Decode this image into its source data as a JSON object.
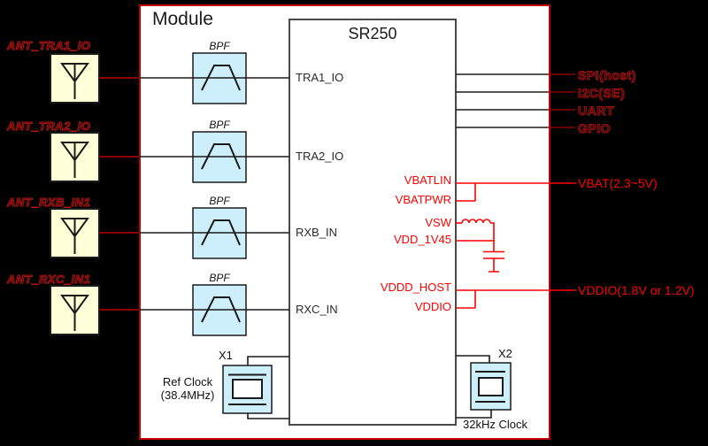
{
  "module": {
    "title": "Module",
    "chip": "SR250"
  },
  "antennas": [
    {
      "label": "ANT_TRA1_IO"
    },
    {
      "label": "ANT_TRA2_IO"
    },
    {
      "label": "ANT_RXB_IN1"
    },
    {
      "label": "ANT_RXC_IN1"
    }
  ],
  "filters": {
    "label": "BPF"
  },
  "chip_pins_left": [
    "TRA1_IO",
    "TRA2_IO",
    "RXB_IN",
    "RXC_IN"
  ],
  "interfaces_right": [
    "SPI(host)",
    "I2C(SE)",
    "UART",
    "GPIO"
  ],
  "power": {
    "vbatlin": "VBATLIN",
    "vbatpwr": "VBATPWR",
    "vsw": "VSW",
    "vdd_1v45": "VDD_1V45",
    "vddd_host": "VDDD_HOST",
    "vddio": "VDDIO",
    "vbat_rail": "VBAT(2.3~5V)",
    "vddio_rail": "VDDIO(1.8V or 1.2V)"
  },
  "clocks": {
    "x1": {
      "designator": "X1",
      "line1": "Ref Clock",
      "line2": "(38.4MHz)"
    },
    "x2": {
      "designator": "X2",
      "label": "32kHz Clock"
    }
  },
  "colors": {
    "wire_red": "#ff0000",
    "outline_red": "#a81212",
    "module_border": "#c40000",
    "filter_fill": "#cdeefb",
    "antenna_fill": "#ffffd8"
  }
}
